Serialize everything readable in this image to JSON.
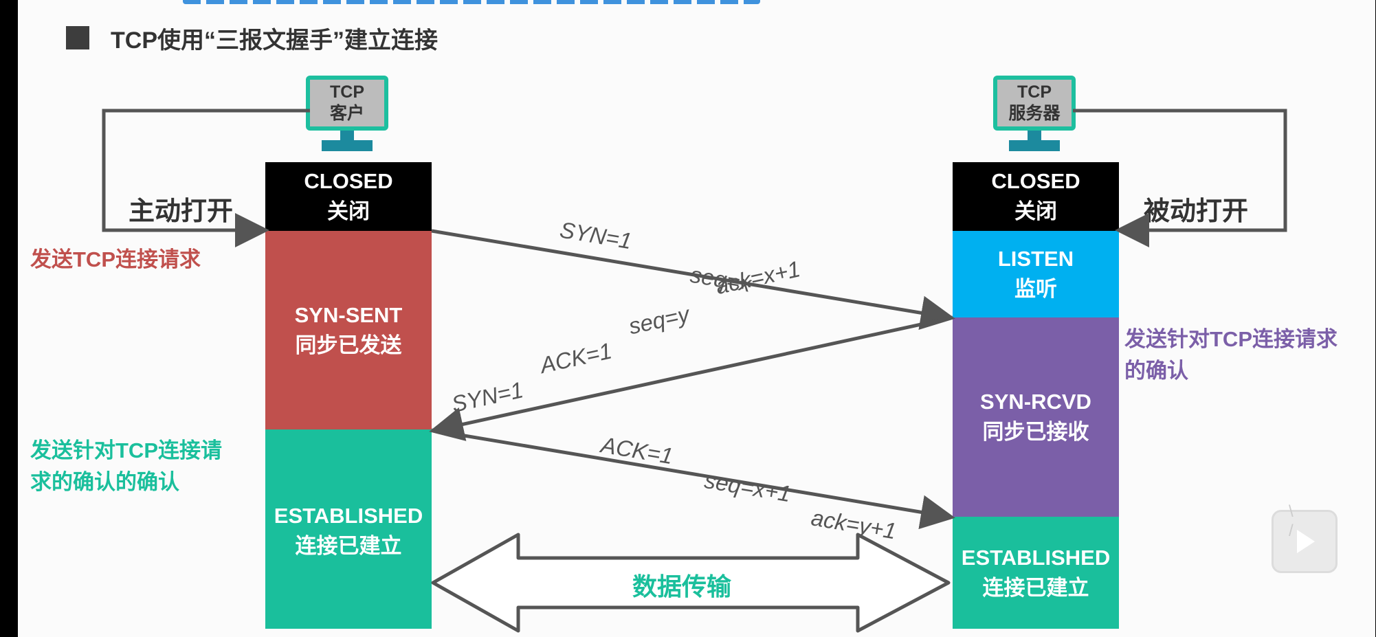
{
  "title": "TCP使用“三报文握手”建立连接",
  "client": {
    "device_line1": "TCP",
    "device_line2": "客户",
    "open_label": "主动打开",
    "states": [
      {
        "en": "CLOSED",
        "zh": "关闭",
        "color": "#000000"
      },
      {
        "en": "SYN-SENT",
        "zh": "同步已发送",
        "color": "#c0504d"
      },
      {
        "en": "ESTABLISHED",
        "zh": "连接已建立",
        "color": "#1abf9c"
      }
    ],
    "annotations": {
      "send_request": "发送TCP连接请求",
      "ack_of_ack_line1": "发送针对TCP连接请",
      "ack_of_ack_line2": "求的确认的确认"
    }
  },
  "server": {
    "device_line1": "TCP",
    "device_line2": "服务器",
    "open_label": "被动打开",
    "states": [
      {
        "en": "CLOSED",
        "zh": "关闭",
        "color": "#000000"
      },
      {
        "en": "LISTEN",
        "zh": "监听",
        "color": "#00b0f0"
      },
      {
        "en": "SYN-RCVD",
        "zh": "同步已接收",
        "color": "#7b5fa8"
      },
      {
        "en": "ESTABLISHED",
        "zh": "连接已建立",
        "color": "#1abf9c"
      }
    ],
    "annotations": {
      "ack_line1": "发送针对TCP连接请求",
      "ack_line2": "的确认"
    }
  },
  "messages": {
    "m1": {
      "syn": "SYN=1",
      "seq": "seq=x"
    },
    "m2": {
      "syn": "SYN=1",
      "ack_flag": "ACK=1",
      "seq": "seq=y",
      "ack": "ack=x+1"
    },
    "m3": {
      "ack_flag": "ACK=1",
      "seq": "seq=x+1",
      "ack": "ack=y+1"
    }
  },
  "data_transfer": "数据传输",
  "colors": {
    "accent_green": "#1abf9c",
    "arrow_gray": "#555555",
    "monitor_frame": "#1dbf9f"
  },
  "icons": {
    "client": "computer-monitor-icon",
    "server": "computer-monitor-icon",
    "badge": "video-play-icon"
  }
}
